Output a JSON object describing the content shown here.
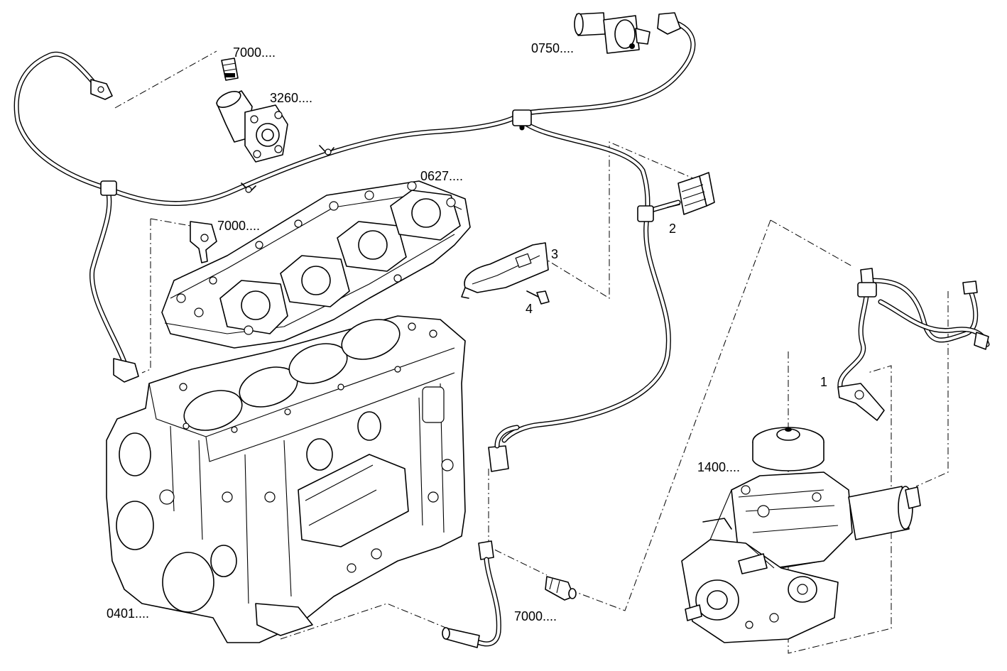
{
  "diagram": {
    "labels": [
      {
        "key": "sensor_top_left",
        "text": "7000...."
      },
      {
        "key": "thermostat",
        "text": "3260...."
      },
      {
        "key": "valve_top",
        "text": "0750...."
      },
      {
        "key": "cylinder_head",
        "text": "0627...."
      },
      {
        "key": "sensor_mid_left",
        "text": "7000...."
      },
      {
        "key": "callout_2",
        "text": "2"
      },
      {
        "key": "callout_3",
        "text": "3"
      },
      {
        "key": "callout_4",
        "text": "4"
      },
      {
        "key": "callout_1",
        "text": "1"
      },
      {
        "key": "injection_pump",
        "text": "1400...."
      },
      {
        "key": "engine_block",
        "text": "0401...."
      },
      {
        "key": "sensor_bottom",
        "text": "7000...."
      }
    ]
  }
}
